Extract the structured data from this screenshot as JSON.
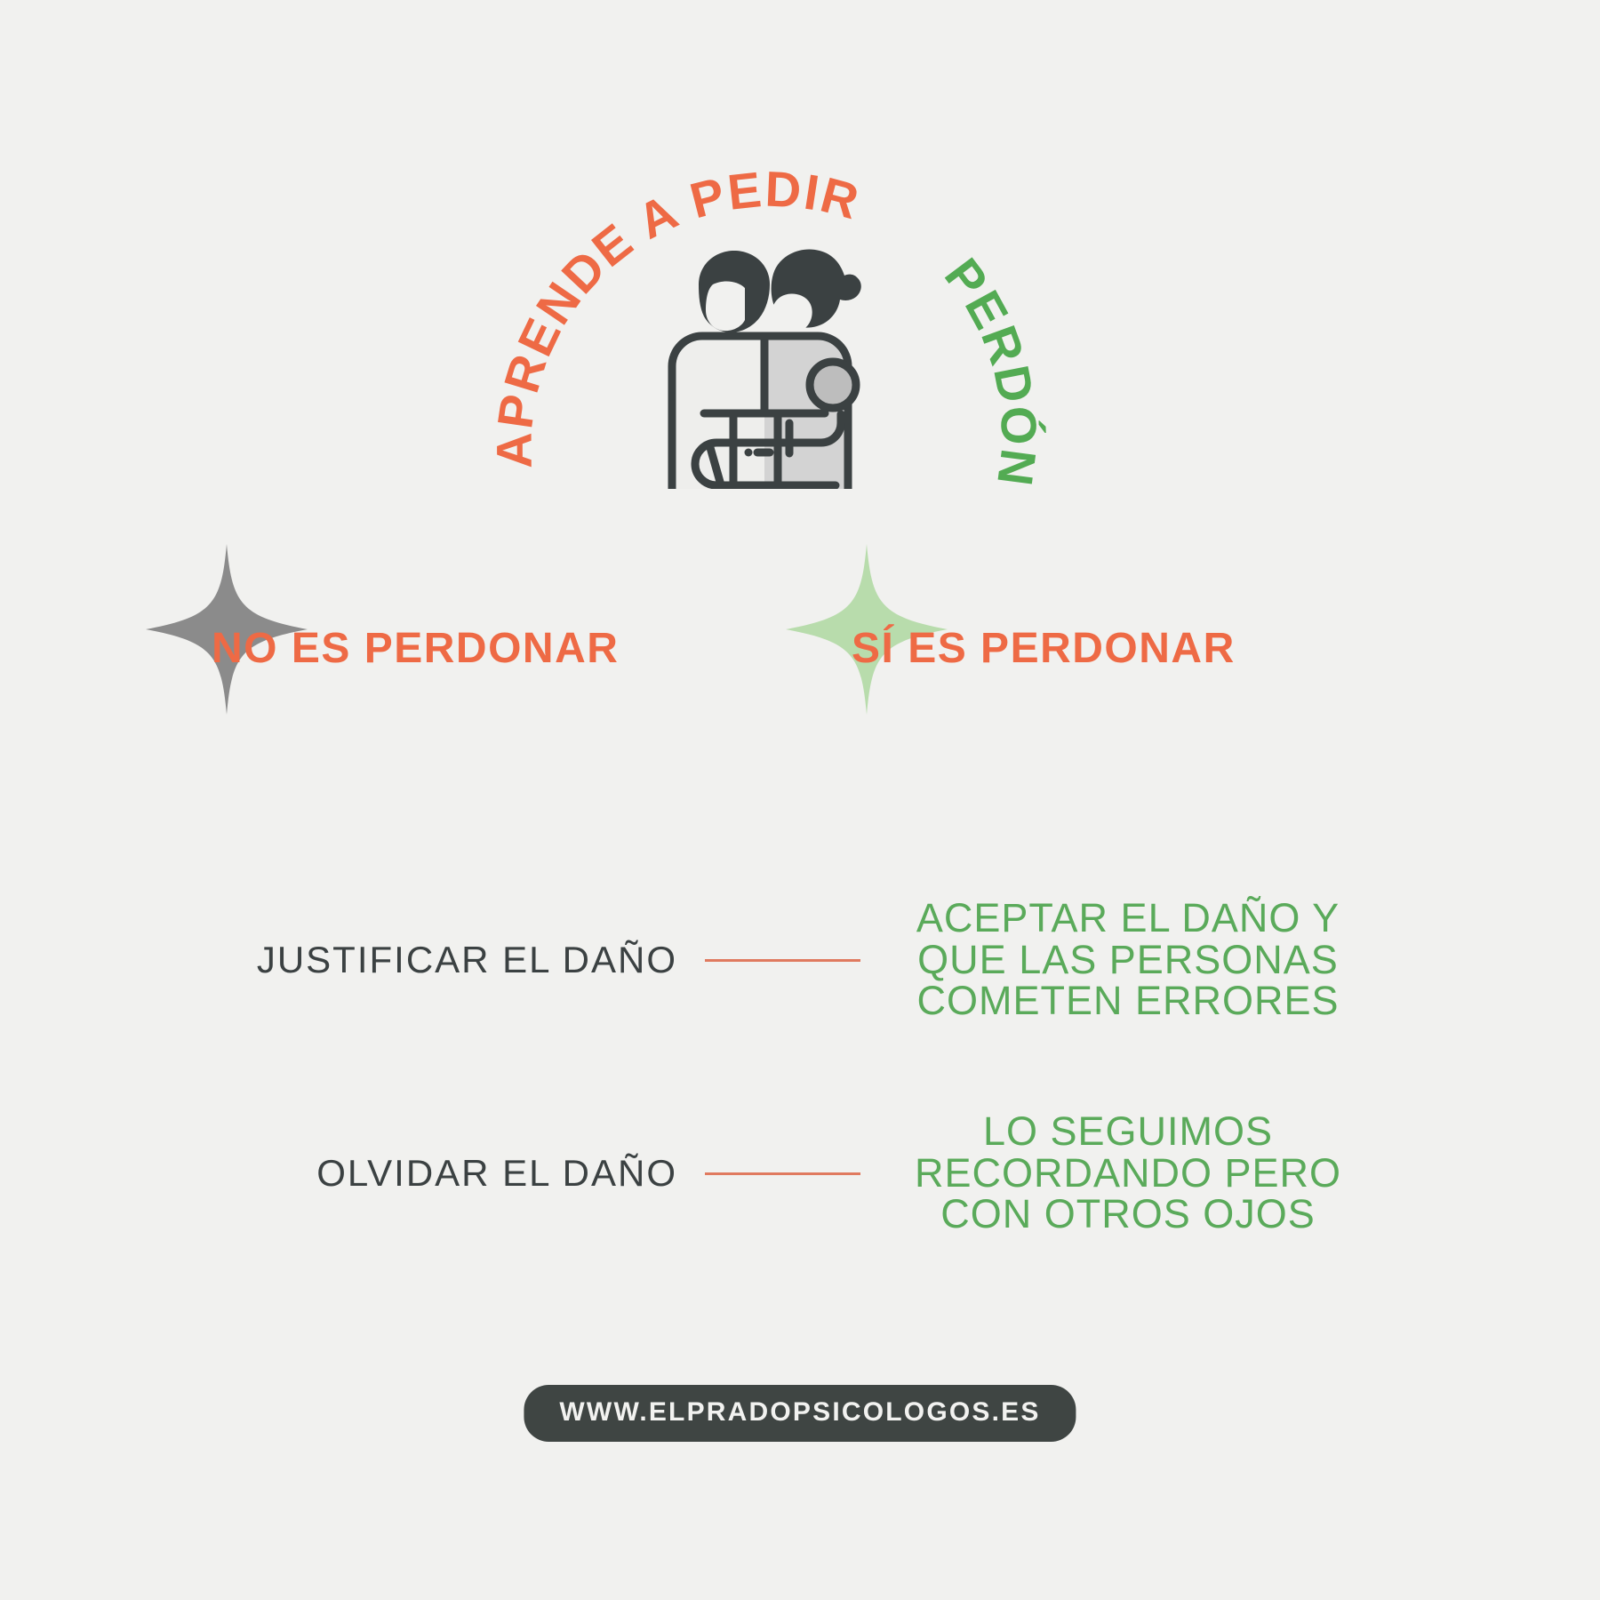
{
  "background_color": "#f1f1ef",
  "header": {
    "arc_text_orange": "APRENDE A PEDIR",
    "arc_text_green": "PERDÓN",
    "illustration": "hugging-couple-illustration",
    "colors": {
      "orange": "#ee6a45",
      "green": "#53ab53",
      "dark": "#3b4142",
      "light_gray": "#cfcfcf"
    }
  },
  "columns": [
    {
      "id": "no-es-perdonar",
      "label": "NO ES PERDONAR",
      "sparkle_icon": "sparkle-icon",
      "sparkle_color": "#8b8b8b",
      "label_color": "#ee6a45"
    },
    {
      "id": "si-es-perdonar",
      "label": "SÍ ES PERDONAR",
      "sparkle_icon": "sparkle-icon",
      "sparkle_color": "#b8dcac",
      "label_color": "#ee6a45"
    }
  ],
  "rows": [
    {
      "left": "JUSTIFICAR EL DAÑO",
      "connector_color": "#e07a5f",
      "right_lines": [
        "ACEPTAR EL DAÑO Y",
        "QUE LAS PERSONAS",
        "COMETEN ERRORES"
      ]
    },
    {
      "left": "OLVIDAR EL DAÑO",
      "connector_color": "#e07a5f",
      "right_lines": [
        "LO SEGUIMOS",
        "RECORDANDO PERO",
        "CON OTROS OJOS"
      ]
    }
  ],
  "footer": {
    "website": "WWW.ELPRADOPSICOLOGOS.ES",
    "pill_color": "#3f4543",
    "text_color": "#f2f2f0"
  }
}
